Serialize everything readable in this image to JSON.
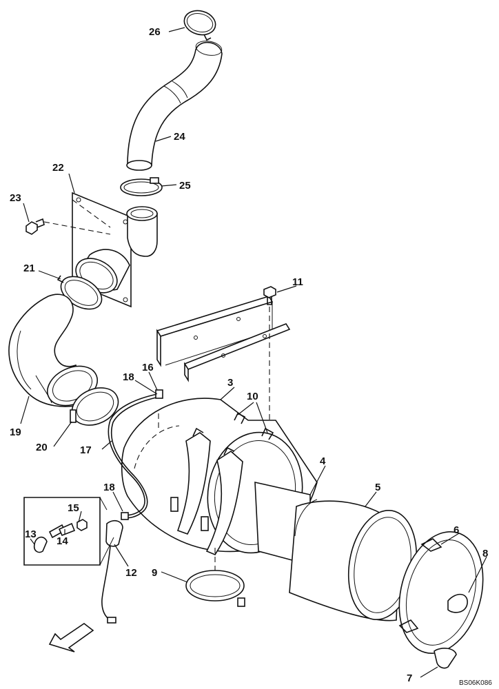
{
  "diagram": {
    "code": "BS06K086",
    "labels": {
      "p1": "3",
      "p2": "4",
      "p3": "5",
      "p4": "6",
      "p5": "7",
      "p6": "8",
      "p7": "9",
      "p8": "10",
      "p9": "11",
      "p10": "12",
      "p11": "13",
      "p12": "14",
      "p13": "15",
      "p14": "16",
      "p15": "17",
      "p16": "18",
      "p17": "18",
      "p18": "19",
      "p19": "20",
      "p20": "21",
      "p21": "22",
      "p22": "23",
      "p23": "24",
      "p24": "25",
      "p25": "26"
    }
  }
}
